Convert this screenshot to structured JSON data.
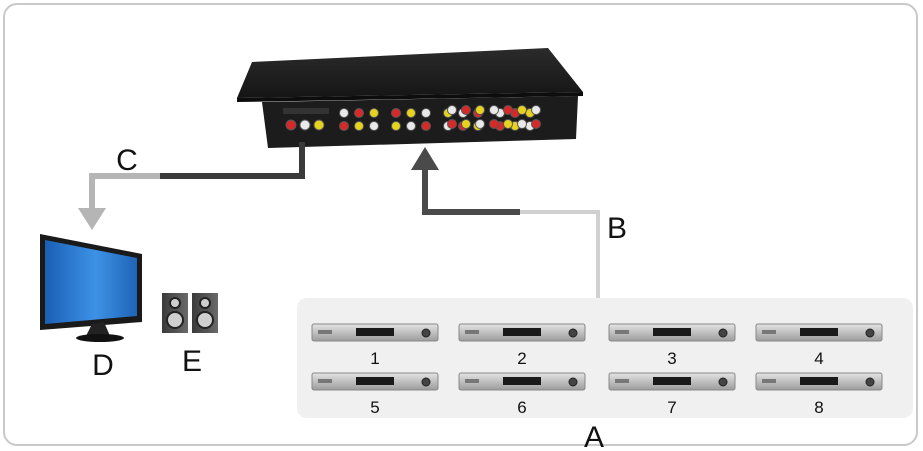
{
  "labels": {
    "a": "A",
    "b": "B",
    "c": "C",
    "d": "D",
    "e": "E"
  },
  "devices": [
    {
      "number": "1"
    },
    {
      "number": "2"
    },
    {
      "number": "3"
    },
    {
      "number": "4"
    },
    {
      "number": "5"
    },
    {
      "number": "6"
    },
    {
      "number": "7"
    },
    {
      "number": "8"
    }
  ],
  "colors": {
    "switcher_body": "#1c1c1c",
    "cable_c": "#3a3a3a",
    "arrow_c": "#b5b5b5",
    "cable_b_light": "#d0d0d0",
    "arrow_b": "#4a4a4a",
    "panel_bg": "#f0f0f0",
    "screen_blue": "#2e7fd6",
    "jack_red": "#d62a2a",
    "jack_white": "#e9e9e9",
    "jack_yellow": "#e6d21f"
  }
}
